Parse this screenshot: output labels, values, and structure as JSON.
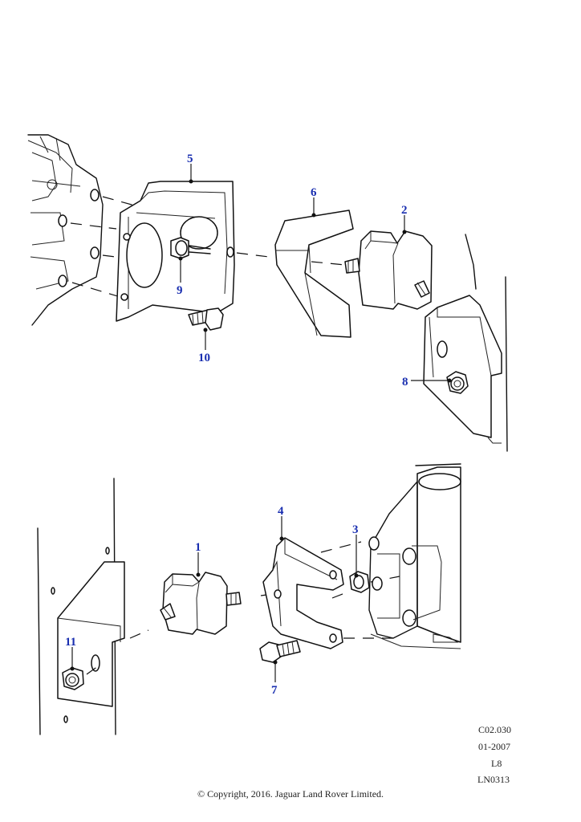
{
  "callouts": {
    "c1": "1",
    "c2": "2",
    "c3": "3",
    "c4": "4",
    "c5": "5",
    "c6": "6",
    "c7": "7",
    "c8": "8",
    "c9": "9",
    "c10": "10",
    "c11": "11"
  },
  "reference": {
    "code": "C02.030",
    "date": "01-2007",
    "level": "L8",
    "illustration": "LN0313"
  },
  "footer": {
    "copyright": "© Copyright, 2016. Jaguar Land Rover Limited."
  },
  "colors": {
    "callout": "#1a2fb0",
    "line": "#111111"
  }
}
